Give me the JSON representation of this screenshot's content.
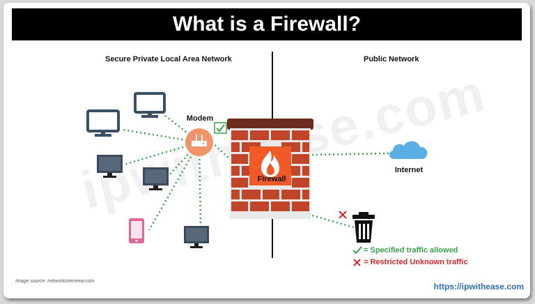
{
  "title": "What is a Firewall?",
  "left_section_label": "Secure Private Local Area Network",
  "right_section_label": "Public Network",
  "nodes": {
    "modem": "Modem",
    "firewall": "Firewall",
    "internet": "Internet"
  },
  "legend": {
    "allowed": "= Specified traffic allowed",
    "restricted": "= Restricted Unknown traffic"
  },
  "watermark": "ipwithease.com",
  "image_source": "Image source: networkinterview.com",
  "site_url": "https://ipwithease.com",
  "colors": {
    "modem": "#f0956a",
    "brick": "#c1452b",
    "mortar": "#e9e9e9",
    "flame": "#f05a28",
    "cloud": "#5aaee6",
    "device_pink": "#e0669a",
    "link_dotted": "#3aa04a",
    "allowed": "#3aa04a",
    "restricted": "#d62828",
    "url": "#2f6db3"
  },
  "icons": [
    "desktop-monitor-icon",
    "router-icon",
    "brick-wall-icon",
    "flame-icon",
    "cloud-icon",
    "smartphone-icon",
    "trash-bin-icon",
    "check-icon",
    "cross-icon"
  ]
}
